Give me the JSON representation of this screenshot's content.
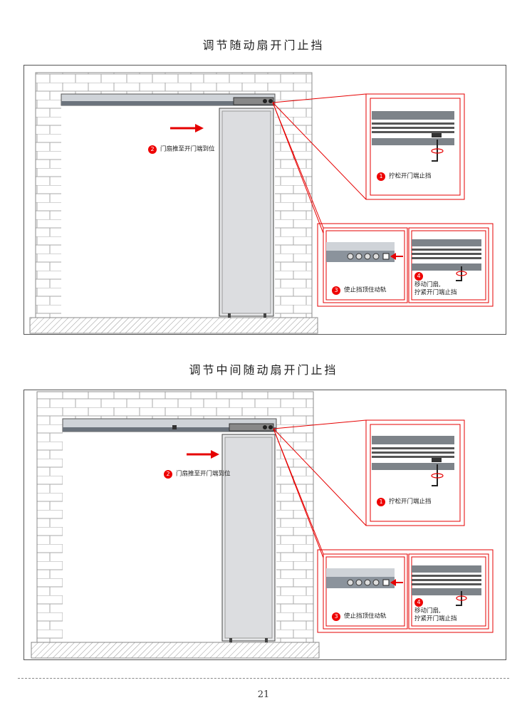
{
  "sections": [
    {
      "title": "调节随动扇开门止挡",
      "step2": "门扇推至开门端到位",
      "step1": "拧松开门端止挡",
      "step3": "使止挡顶住动轨",
      "step4_line1": "移动门扇,",
      "step4_line2": "拧紧开门端止挡"
    },
    {
      "title": "调节中间随动扇开门止挡",
      "step2": "门扇推至开门端到位",
      "step1": "拧松开门端止挡",
      "step3": "使止挡顶住动轨",
      "step4_line1": "移动门扇,",
      "step4_line2": "拧紧开门端止挡"
    }
  ],
  "step_numbers": [
    "1",
    "2",
    "3",
    "4"
  ],
  "accent_color": "#e60000",
  "page_number": "21"
}
